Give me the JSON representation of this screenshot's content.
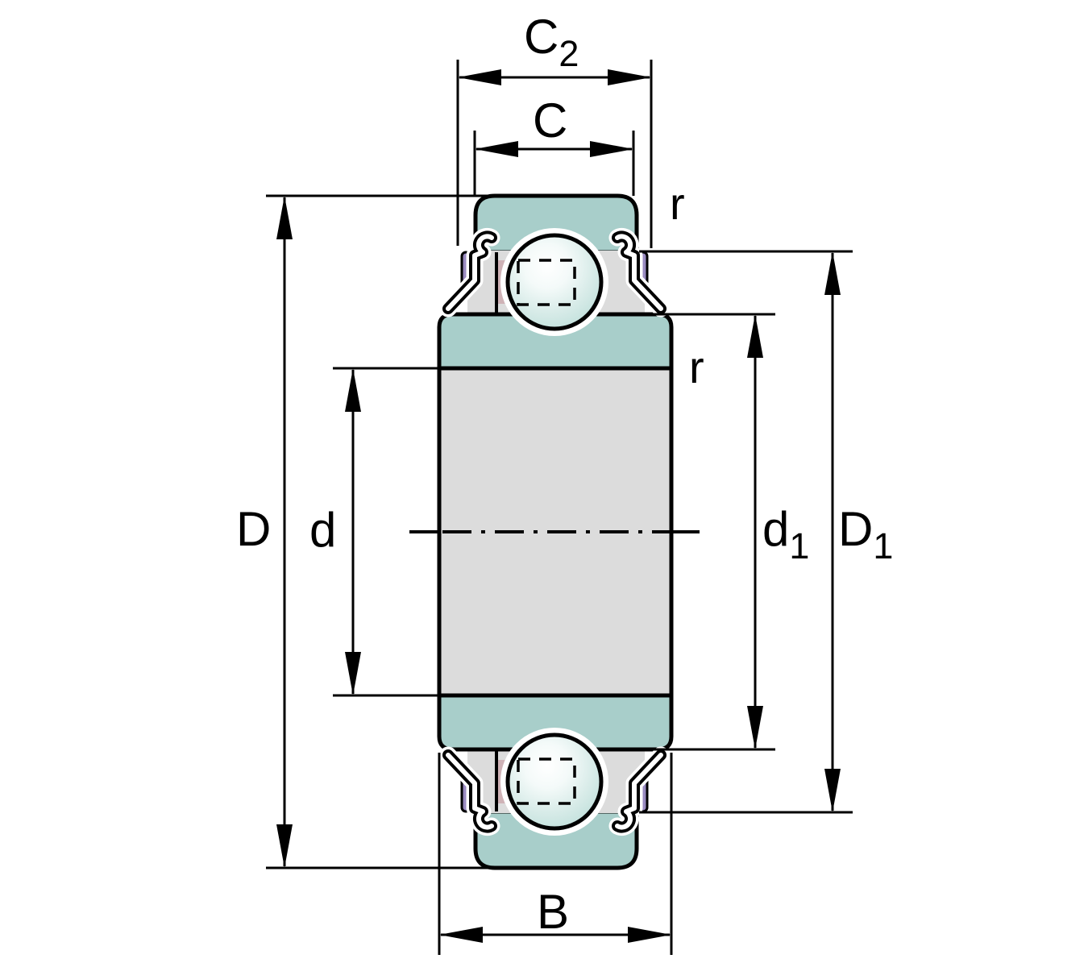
{
  "diagram": {
    "type": "bearing-cross-section-technical-drawing",
    "labels": {
      "c2": {
        "main": "C",
        "sub": "2"
      },
      "c": "C",
      "r_top": "r",
      "r_mid": "r",
      "D": "D",
      "d": "d",
      "d1": {
        "main": "d",
        "sub": "1"
      },
      "D1": {
        "main": "D",
        "sub": "1"
      },
      "B": "B"
    },
    "colors": {
      "ring_teal": "#a8ceca",
      "bore_gray": "#dcdcdc",
      "seal_purple": "#998ac0",
      "cage_pink": "#cfb2b6",
      "ball_edge": "#bedfda",
      "outline_black": "#000000"
    }
  }
}
